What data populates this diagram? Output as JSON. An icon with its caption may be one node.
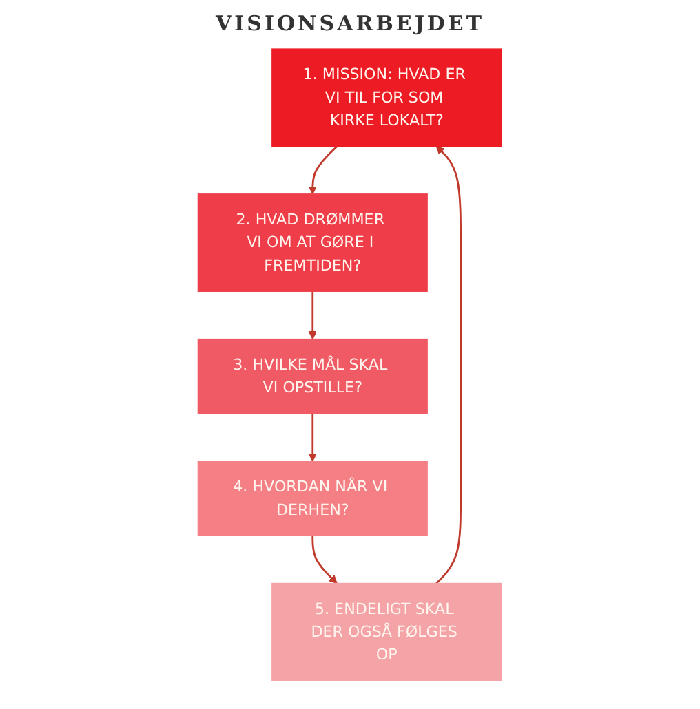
{
  "diagram": {
    "title": "VISIONSARBEJDET",
    "nodes": [
      {
        "text": [
          "1. MISSION: HVAD ER VI TIL FOR SOM KIRKE LOKALT?"
        ]
      },
      {
        "text": [
          "2. HVAD DRØMMER VI OM AT GØRE I FREMTIDEN?"
        ]
      },
      {
        "text": [
          "3. HVILKE MÅL SKAL VI OPSTILLE?"
        ]
      },
      {
        "text": [
          "4. HVORDAN NÅR VI DERHEN?"
        ]
      },
      {
        "text": [
          "5. ENDELIGT SKAL DER OGSÅ FØLGES OP"
        ]
      }
    ],
    "edges": [
      {
        "from": 0,
        "to": 1,
        "arrow": "to"
      },
      {
        "from": 1,
        "to": 2,
        "arrow": "to"
      },
      {
        "from": 2,
        "to": 3,
        "arrow": "to"
      },
      {
        "from": 3,
        "to": 4,
        "arrow": "to"
      },
      {
        "from": 4,
        "to": 0,
        "arrow": "to"
      }
    ]
  }
}
